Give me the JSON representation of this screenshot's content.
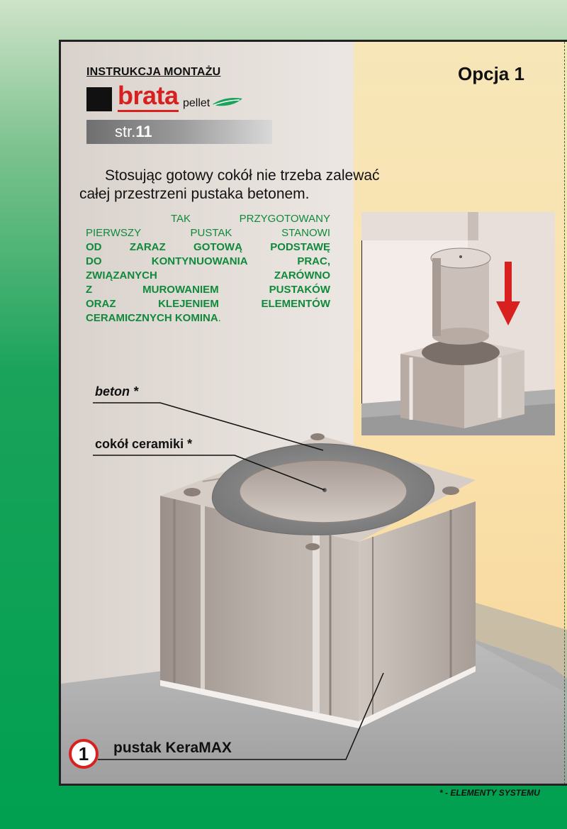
{
  "header": {
    "instruction_title": "INSTRUKCJA MONTAŻU",
    "brand_name": "brata",
    "brand_suffix": "pellet",
    "page_prefix": "str.",
    "page_number": "11",
    "option": "Opcja 1"
  },
  "intro": {
    "line1": "Stosując gotowy cokół nie trzeba zalewać",
    "line2": "całej przestrzeni pustaka betonem."
  },
  "green_paragraph": {
    "line1": "TAK PRZYGOTOWANY",
    "line2": "PIERWSZY PUSTAK STANOWI",
    "line3": "OD ZARAZ GOTOWĄ PODSTAWĘ",
    "line4": "DO KONTYNUOWANIA PRAC,",
    "line5": "ZWIĄZANYCH ZARÓWNO",
    "line6": "Z MUROWANIEM PUSTAKÓW",
    "line7": "ORAZ KLEJENIEM ELEMENTÓW",
    "line8": "CERAMICZNYCH KOMINA",
    "line8_end": "."
  },
  "labels": {
    "beton": "beton *",
    "cokol": "cokół ceramiki *",
    "step_number": "1",
    "pustak": "pustak KeraMAX"
  },
  "footer": {
    "note": "* - ELEMENTY SYSTEMU"
  },
  "colors": {
    "brand_red": "#d8201f",
    "text_green": "#0e8a3a",
    "arrow_red": "#d8201f"
  },
  "icons": [
    "leaf-logo-icon",
    "down-arrow-icon",
    "step-number-badge"
  ]
}
